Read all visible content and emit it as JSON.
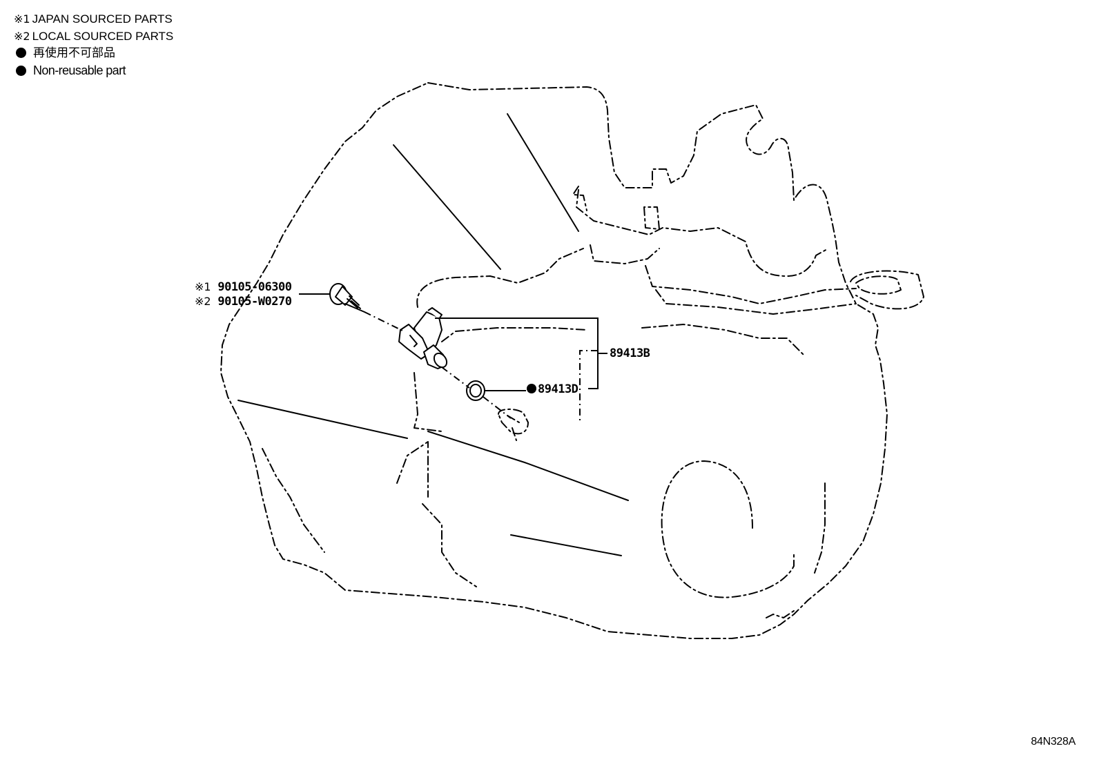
{
  "legend": {
    "note1_mark": "※1",
    "note1_text": "JAPAN SOURCED PARTS",
    "note2_mark": "※2",
    "note2_text": "LOCAL SOURCED PARTS",
    "nonreusable_jp": "再使用不可部品",
    "nonreusable_en": "Non-reusable part"
  },
  "callouts": {
    "bolt_japan_mark": "※1",
    "bolt_japan_part": "90105-06300",
    "bolt_local_mark": "※2",
    "bolt_local_part": "90105-W0270",
    "sensor_assembly": "89413B",
    "o_ring": "89413D"
  },
  "diagram_code": "84N328A"
}
